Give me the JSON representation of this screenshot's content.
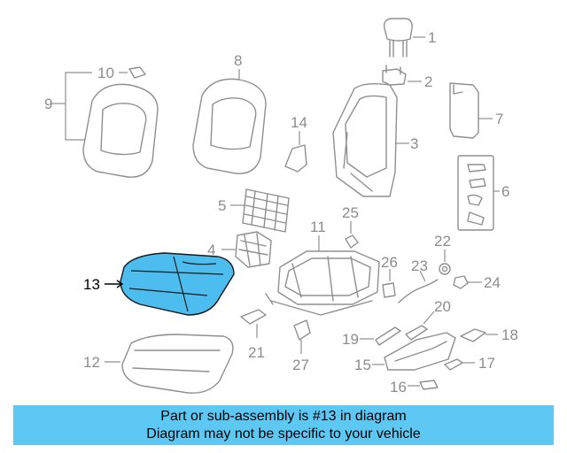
{
  "diagram": {
    "highlight_color": "#4dbdf0",
    "labels": [
      "1",
      "2",
      "3",
      "4",
      "5",
      "6",
      "7",
      "8",
      "9",
      "10",
      "11",
      "12",
      "13",
      "14",
      "15",
      "16",
      "17",
      "18",
      "19",
      "20",
      "21",
      "22",
      "23",
      "24",
      "25",
      "26",
      "27"
    ],
    "highlighted_part": "13"
  },
  "footer": {
    "line1": "Part or sub-assembly is #13 in diagram",
    "line2": "Diagram may not be specific to your vehicle",
    "background": "#5ec8f5"
  }
}
